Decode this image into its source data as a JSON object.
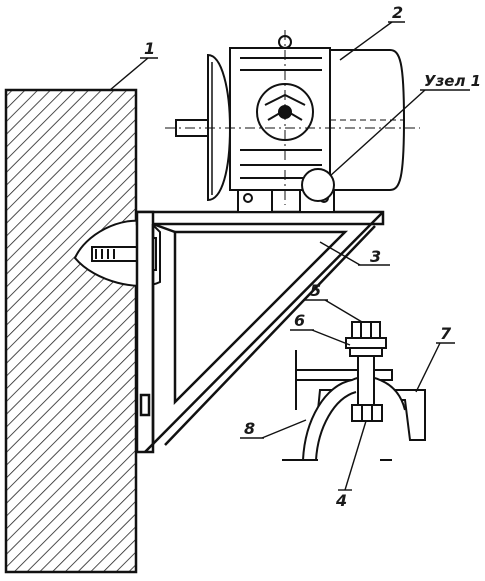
{
  "diagram": {
    "callouts": {
      "c1": "1",
      "c2": "2",
      "c3": "3",
      "c4": "4",
      "c5": "5",
      "c6": "6",
      "c7": "7",
      "c8": "8"
    },
    "node_label": "Узел 1"
  }
}
